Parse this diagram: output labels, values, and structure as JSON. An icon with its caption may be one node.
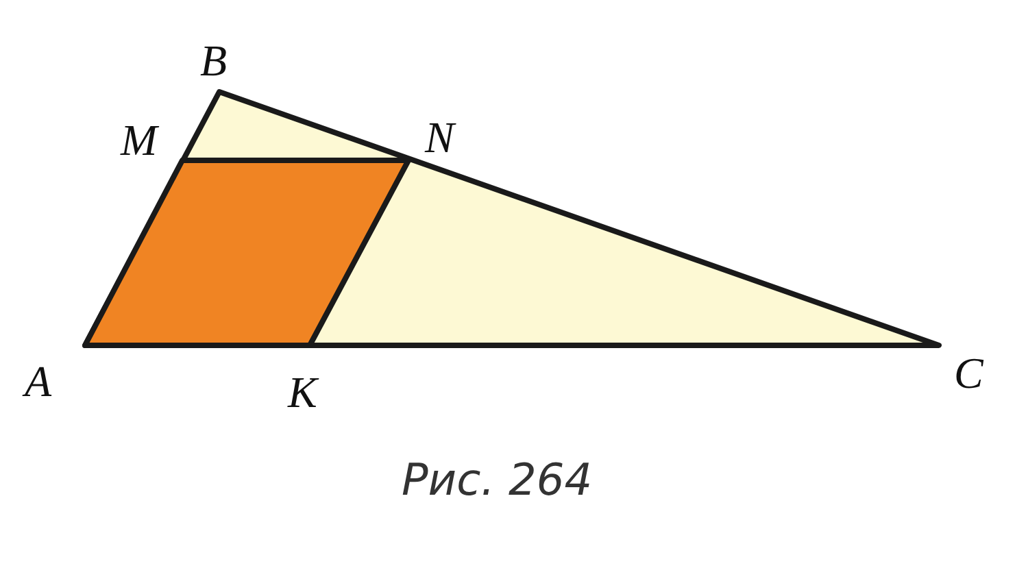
{
  "diagram": {
    "caption": "Рис. 264",
    "labels": [
      "B",
      "M",
      "N",
      "A",
      "K",
      "C"
    ]
  }
}
